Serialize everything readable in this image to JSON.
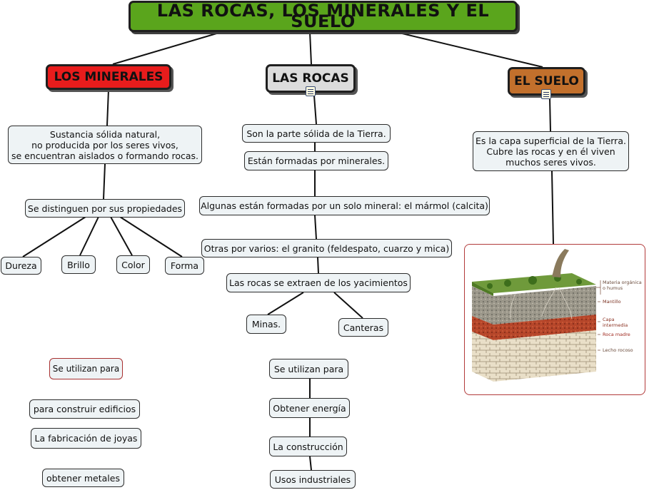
{
  "title": "LAS ROCAS, LOS MINERALES Y EL SUELO",
  "headers": {
    "minerales": "LOS MINERALES",
    "rocas": "LAS ROCAS",
    "suelo": "EL SUELO"
  },
  "minerales": {
    "definition": "Sustancia sólida natural,\nno producida  por los seres vivos,\nse encuentran aislados o formando rocas.",
    "propiedades": "Se distinguen por sus propiedades",
    "props": [
      "Dureza",
      "Brillo",
      "Color",
      "Forma"
    ],
    "utilizan": "Se utilizan para",
    "usos": [
      "para construir edificios",
      "La fabricación de joyas",
      "obtener metales"
    ]
  },
  "rocas": {
    "items": [
      "Son la parte sólida de la Tierra.",
      "Están formadas por minerales.",
      "Algunas están formadas por un solo mineral: el mármol (calcita)",
      "Otras por varios: el granito (feldespato, cuarzo y mica)",
      "Las rocas se extraen de los yacimientos"
    ],
    "yacimientos": [
      "Minas.",
      "Canteras"
    ],
    "utilizan": "Se utilizan para",
    "usos": [
      "Obtener energía",
      "La construcción",
      "Usos industriales"
    ]
  },
  "suelo": {
    "definition": "Es la capa superficial de la Tierra.\nCubre las rocas y en él viven\nmuchos seres vivos.",
    "layers": [
      "Materia orgánica\no humus",
      "Mantillo",
      "Capa\nintermedia",
      "Roca madre",
      "Lecho rocoso"
    ]
  },
  "colors": {
    "title_bg": "#5aa51c",
    "minerales_bg": "#e81c1c",
    "rocas_bg": "#dcdcdc",
    "suelo_bg": "#c2702c",
    "node_bg": "#eef3f5"
  }
}
